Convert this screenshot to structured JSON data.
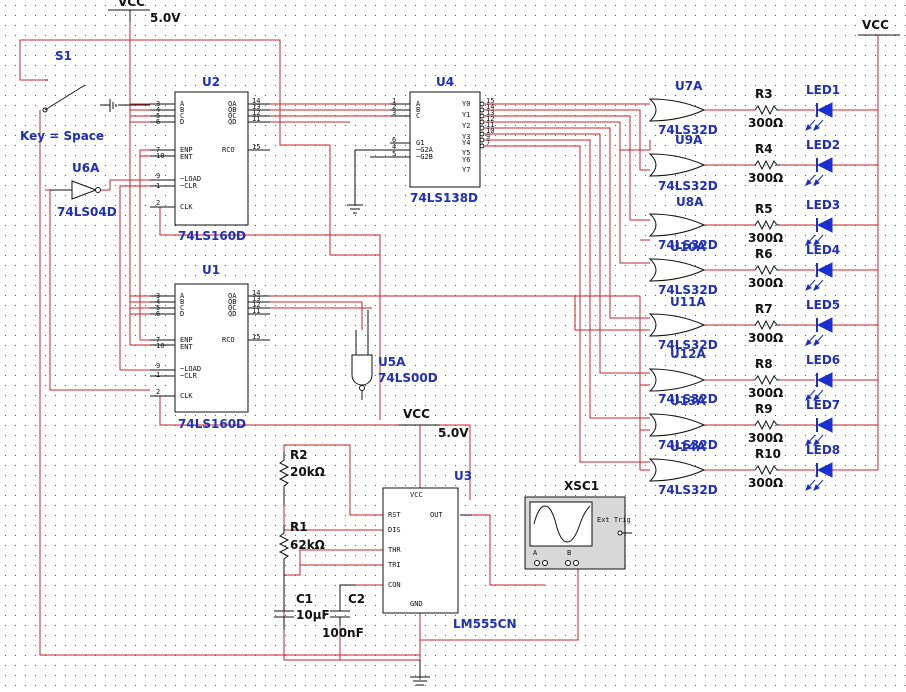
{
  "supplies": {
    "vcc_top": {
      "name": "VCC",
      "voltage": "5.0V"
    },
    "vcc_right": {
      "name": "VCC"
    },
    "vcc_mid": {
      "name": "VCC",
      "voltage": "5.0V"
    }
  },
  "switch": {
    "ref": "S1",
    "key": "Key = Space"
  },
  "inverter": {
    "ref": "U6A",
    "part": "74LS04D"
  },
  "nand": {
    "ref": "U5A",
    "part": "74LS00D"
  },
  "counters": [
    {
      "ref": "U2",
      "part": "74LS160D",
      "left_pins": [
        "3",
        "4",
        "5",
        "6",
        "7",
        "10",
        "9",
        "1",
        "2"
      ],
      "left_labels": [
        "A",
        "B",
        "C",
        "D",
        "ENP",
        "ENT",
        "~LOAD",
        "~CLR",
        "CLK"
      ],
      "right_pins": [
        "14",
        "13",
        "12",
        "11",
        "15"
      ],
      "right_labels": [
        "QA",
        "QB",
        "QC",
        "QD",
        "RCO"
      ]
    },
    {
      "ref": "U1",
      "part": "74LS160D",
      "left_pins": [
        "3",
        "4",
        "5",
        "6",
        "7",
        "10",
        "9",
        "1",
        "2"
      ],
      "left_labels": [
        "A",
        "B",
        "C",
        "D",
        "ENP",
        "ENT",
        "~LOAD",
        "~CLR",
        "CLK"
      ],
      "right_pins": [
        "14",
        "13",
        "12",
        "11",
        "15"
      ],
      "right_labels": [
        "QA",
        "QB",
        "QC",
        "QD",
        "RCO"
      ]
    }
  ],
  "decoder": {
    "ref": "U4",
    "part": "74LS138D",
    "left_pins": [
      "1",
      "2",
      "3",
      "6",
      "4",
      "5"
    ],
    "left_labels": [
      "A",
      "B",
      "C",
      "G1",
      "~G2A",
      "~G2B"
    ],
    "right_pins": [
      "15",
      "14",
      "13",
      "12",
      "11",
      "10",
      "9",
      "7"
    ],
    "right_labels": [
      "Y0",
      "Y1",
      "Y2",
      "Y3",
      "Y4",
      "Y5",
      "Y6",
      "Y7"
    ]
  },
  "timer": {
    "ref": "U3",
    "part": "LM555CN",
    "left_labels": [
      "RST",
      "DIS",
      "THR",
      "TRI",
      "CON"
    ],
    "top_label": "VCC",
    "right_label": "OUT",
    "bottom_label": "GND"
  },
  "passives": {
    "r2": {
      "ref": "R2",
      "value": "20kΩ"
    },
    "r1": {
      "ref": "R1",
      "value": "62kΩ"
    },
    "c1": {
      "ref": "C1",
      "value": "10µF"
    },
    "c2": {
      "ref": "C2",
      "value": "100nF"
    }
  },
  "scope": {
    "ref": "XSC1",
    "ext_trig": "Ext Trig",
    "ch_a": "A",
    "ch_b": "B"
  },
  "or_gates": [
    {
      "ref": "U7A",
      "part": "74LS32D"
    },
    {
      "ref": "U9A",
      "part": "74LS32D"
    },
    {
      "ref": "U8A",
      "part": "74LS32D"
    },
    {
      "ref": "U10A",
      "part": "74LS32D"
    },
    {
      "ref": "U11A",
      "part": "74LS32D"
    },
    {
      "ref": "U12A",
      "part": "74LS32D"
    },
    {
      "ref": "U13A",
      "part": "74LS32D"
    },
    {
      "ref": "U14A",
      "part": "74LS32D"
    }
  ],
  "resistors": [
    {
      "ref": "R3",
      "value": "300Ω"
    },
    {
      "ref": "R4",
      "value": "300Ω"
    },
    {
      "ref": "R5",
      "value": "300Ω"
    },
    {
      "ref": "R6",
      "value": "300Ω"
    },
    {
      "ref": "R7",
      "value": "300Ω"
    },
    {
      "ref": "R8",
      "value": "300Ω"
    },
    {
      "ref": "R9",
      "value": "300Ω"
    },
    {
      "ref": "R10",
      "value": "300Ω"
    }
  ],
  "leds": [
    "LED1",
    "LED2",
    "LED3",
    "LED4",
    "LED5",
    "LED6",
    "LED7",
    "LED8"
  ]
}
